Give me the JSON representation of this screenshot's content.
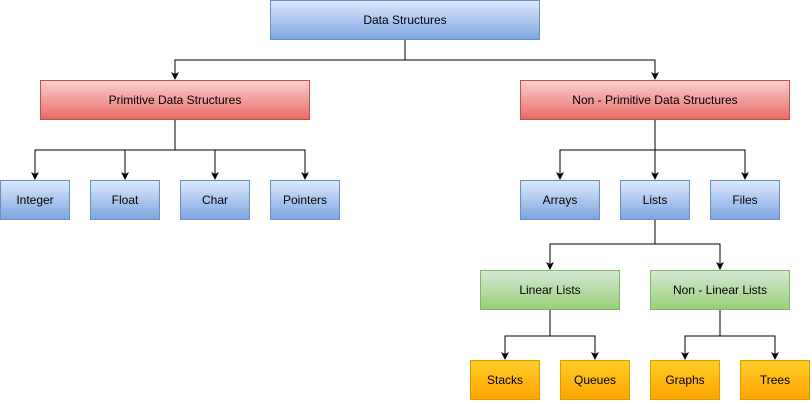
{
  "nodes": {
    "data_structures": "Data Structures",
    "primitive": "Primitive Data Structures",
    "non_primitive": "Non - Primitive Data Structures",
    "integer": "Integer",
    "float": "Float",
    "char": "Char",
    "pointers": "Pointers",
    "arrays": "Arrays",
    "lists": "Lists",
    "files": "Files",
    "linear_lists": "Linear Lists",
    "non_linear_lists": "Non - Linear Lists",
    "stacks": "Stacks",
    "queues": "Queues",
    "graphs": "Graphs",
    "trees": "Trees"
  },
  "colors": {
    "root_fill": "#7ea6e0",
    "primitive_fill": "#ea6b66",
    "list_type_fill": "#97d077",
    "leaf_fill": "#ffa500",
    "connector": "#000000"
  }
}
